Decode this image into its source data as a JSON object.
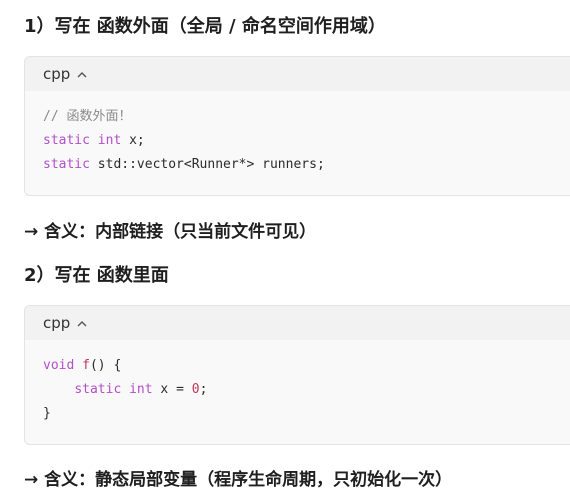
{
  "section1": {
    "heading": "1）写在 函数外面（全局 / 命名空间作用域）",
    "code_lang": "cpp",
    "code_lines": [
      [
        {
          "t": "comment",
          "v": "// 函数外面！"
        }
      ],
      [
        {
          "t": "keyword",
          "v": "static"
        },
        {
          "t": "plain",
          "v": " "
        },
        {
          "t": "keyword",
          "v": "int"
        },
        {
          "t": "plain",
          "v": " x;"
        }
      ],
      [
        {
          "t": "keyword",
          "v": "static"
        },
        {
          "t": "plain",
          "v": " std::vector<Runner*> runners;"
        }
      ]
    ],
    "note": "→ 含义：内部链接（只当前文件可见）"
  },
  "section2": {
    "heading": "2）写在 函数里面",
    "code_lang": "cpp",
    "code_lines": [
      [
        {
          "t": "keyword",
          "v": "void"
        },
        {
          "t": "plain",
          "v": " "
        },
        {
          "t": "fn",
          "v": "f"
        },
        {
          "t": "plain",
          "v": "() {"
        }
      ],
      [
        {
          "t": "plain",
          "v": "    "
        },
        {
          "t": "keyword",
          "v": "static"
        },
        {
          "t": "plain",
          "v": " "
        },
        {
          "t": "keyword",
          "v": "int"
        },
        {
          "t": "plain",
          "v": " x = "
        },
        {
          "t": "number",
          "v": "0"
        },
        {
          "t": "plain",
          "v": ";"
        }
      ],
      [
        {
          "t": "plain",
          "v": "}"
        }
      ]
    ],
    "note": "→ 含义：静态局部变量（程序生命周期，只初始化一次）"
  },
  "colors": {
    "keyword": "#b34fc9",
    "comment": "#8a8a8a",
    "number": "#c0365a",
    "function": "#c0365a"
  },
  "icons": {
    "collapse": "chevron-up-icon"
  }
}
